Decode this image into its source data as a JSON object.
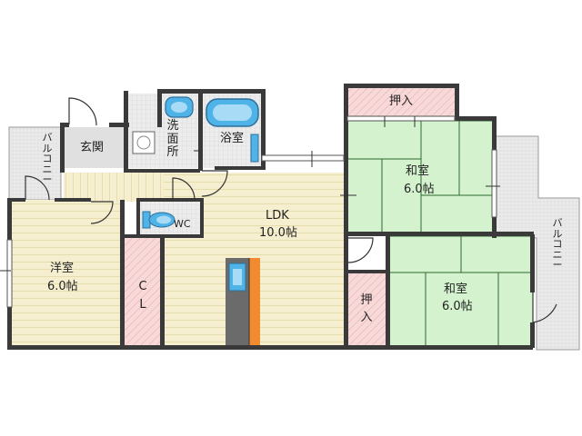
{
  "rooms": {
    "entrance": "玄関",
    "washroom": [
      "洗",
      "面",
      "所"
    ],
    "bathroom": "浴室",
    "wc": "WC",
    "ldk": {
      "name": "LDK",
      "size": "10.0帖"
    },
    "western_room": {
      "name": "洋室",
      "size": "6.0帖"
    },
    "closet": [
      "C",
      "L"
    ],
    "japanese_room_1": {
      "name": "和室",
      "size": "6.0帖"
    },
    "japanese_room_2": {
      "name": "和室",
      "size": "6.0帖"
    },
    "oshiire_top": "押入",
    "oshiire_side": [
      "押",
      "入"
    ],
    "balcony_left": [
      "バ",
      "ル",
      "コ",
      "ニ",
      "ー"
    ],
    "balcony_right": [
      "バ",
      "ル",
      "コ",
      "ニ",
      "ー"
    ]
  },
  "colors": {
    "wall": "#3a3a3a",
    "floor_wood": "#f6efcf",
    "floor_wood_line": "#e3d7a6",
    "tatami": "#d3f2cd",
    "tatami_line": "#2f6b2f",
    "storage": "#f7d3d3",
    "storage_line": "#d98b8b",
    "wet_area": "#e8e8e8",
    "balcony": "#e6e6e6",
    "fixture_blue": "#4fb3e8"
  }
}
